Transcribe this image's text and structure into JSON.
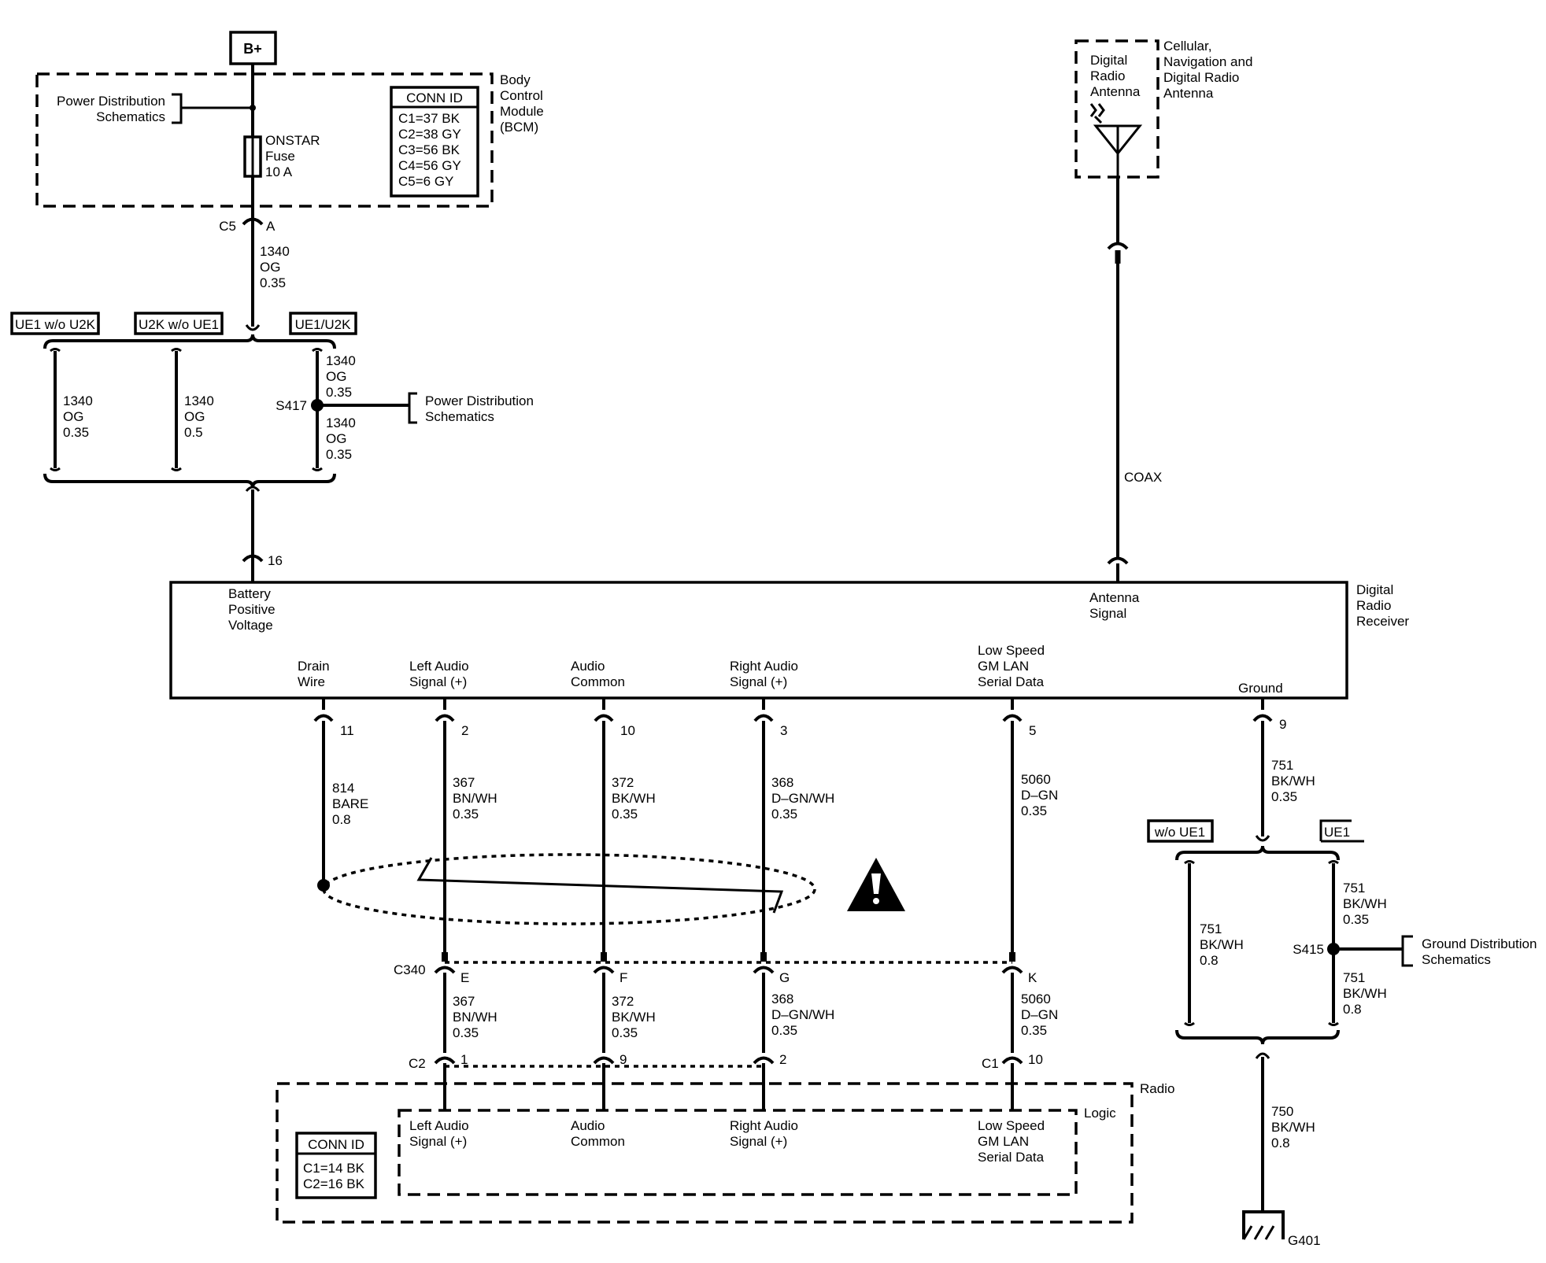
{
  "bplus": "B+",
  "bcm": {
    "name": [
      "Body",
      "Control",
      "Module",
      "(BCM)"
    ],
    "conn_id_title": "CONN ID",
    "conn_ids": [
      "C1=37 BK",
      "C2=38 GY",
      "C3=56 BK",
      "C4=56 GY",
      "C5=6 GY"
    ],
    "power_ref": [
      "Power Distribution",
      "Schematics"
    ],
    "fuse": [
      "ONSTAR",
      "Fuse",
      "10 A"
    ],
    "connector": "C5",
    "pin": "A"
  },
  "wire_bcm": [
    "1340",
    "OG",
    "0.35"
  ],
  "options": {
    "left": "UE1 w/o U2K",
    "middle": "U2K w/o UE1",
    "right": "UE1/U2K"
  },
  "opt_wires": {
    "left": [
      "1340",
      "OG",
      "0.35"
    ],
    "middle": [
      "1340",
      "OG",
      "0.5"
    ],
    "right_top": [
      "1340",
      "OG",
      "0.35"
    ],
    "right_bottom": [
      "1340",
      "OG",
      "0.35"
    ]
  },
  "splice_s417": "S417",
  "power_ref2": [
    "Power Distribution",
    "Schematics"
  ],
  "receiver": {
    "name": [
      "Digital",
      "Radio",
      "Receiver"
    ],
    "battery_label": [
      "Battery",
      "Positive",
      "Voltage"
    ],
    "battery_pin": "16",
    "antenna_label": [
      "Antenna",
      "Signal"
    ],
    "drain_label": [
      "Drain",
      "Wire"
    ],
    "left_audio_label": [
      "Left Audio",
      "Signal (+)"
    ],
    "audio_common_label": [
      "Audio",
      "Common"
    ],
    "right_audio_label": [
      "Right Audio",
      "Signal (+)"
    ],
    "lan_label": [
      "Low Speed",
      "GM LAN",
      "Serial Data"
    ],
    "ground_label": "Ground",
    "pins": {
      "drain": "11",
      "left": "2",
      "common": "10",
      "right": "3",
      "lan": "5",
      "ground": "9"
    }
  },
  "antenna": {
    "name": [
      "Digital",
      "Radio",
      "Antenna"
    ],
    "assembly": [
      "Cellular,",
      "Navigation and",
      "Digital Radio",
      "Antenna"
    ],
    "coax": "COAX"
  },
  "wires": {
    "drain": [
      "814",
      "BARE",
      "0.8"
    ],
    "left": [
      "367",
      "BN/WH",
      "0.35"
    ],
    "common": [
      "372",
      "BK/WH",
      "0.35"
    ],
    "right": [
      "368",
      "D–GN/WH",
      "0.35"
    ],
    "lan": [
      "5060",
      "D–GN",
      "0.35"
    ],
    "ground": [
      "751",
      "BK/WH",
      "0.35"
    ]
  },
  "c340": {
    "name": "C340",
    "pins": [
      "E",
      "F",
      "G",
      "K"
    ]
  },
  "wires_lower": {
    "left": [
      "367",
      "BN/WH",
      "0.35"
    ],
    "common": [
      "372",
      "BK/WH",
      "0.35"
    ],
    "right": [
      "368",
      "D–GN/WH",
      "0.35"
    ],
    "lan": [
      "5060",
      "D–GN",
      "0.35"
    ]
  },
  "radio": {
    "name": "Radio",
    "logic": "Logic",
    "c2": "C2",
    "c1": "C1",
    "pins": {
      "left": "1",
      "common": "9",
      "right": "2",
      "lan": "10"
    },
    "conn_id_title": "CONN ID",
    "conn_ids": [
      "C1=14 BK",
      "C2=16 BK"
    ],
    "left_audio": [
      "Left Audio",
      "Signal (+)"
    ],
    "audio_common": [
      "Audio",
      "Common"
    ],
    "right_audio": [
      "Right Audio",
      "Signal (+)"
    ],
    "lan": [
      "Low Speed",
      "GM LAN",
      "Serial Data"
    ]
  },
  "ground_options": {
    "left": "w/o UE1",
    "right": "UE1"
  },
  "ground_wires": {
    "left": [
      "751",
      "BK/WH",
      "0.8"
    ],
    "right_top": [
      "751",
      "BK/WH",
      "0.35"
    ],
    "right_bottom": [
      "751",
      "BK/WH",
      "0.8"
    ],
    "bottom": [
      "750",
      "BK/WH",
      "0.8"
    ]
  },
  "splice_s415": "S415",
  "ground_ref": [
    "Ground Distribution",
    "Schematics"
  ],
  "ground_g": "G401"
}
